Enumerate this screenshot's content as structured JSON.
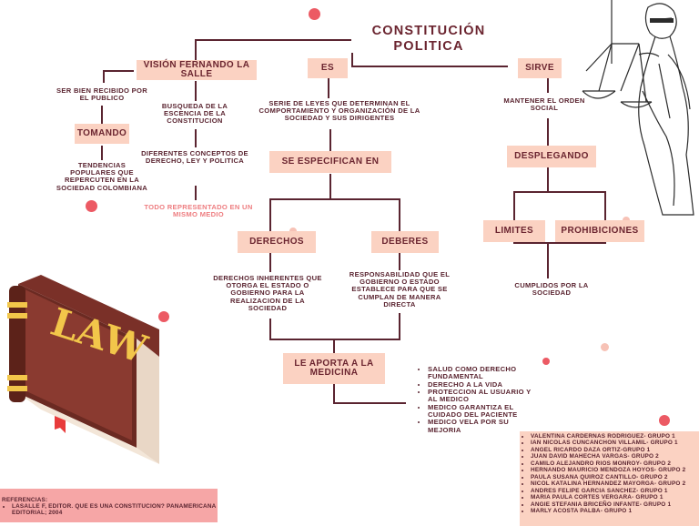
{
  "title": [
    "CONSTITUCIÓN",
    "POLITICA"
  ],
  "nodes": {
    "vision": "VISIÓN FERNANDO LA SALLE",
    "es": "ES",
    "sirve": "SIRVE",
    "tomando": "TOMANDO",
    "se_especifican": "SE ESPECIFICAN EN",
    "desplegando": "DESPLEGANDO",
    "derechos": "DERECHOS",
    "deberes": "DEBERES",
    "limites": "LIMITES",
    "prohibiciones": "PROHIBICIONES",
    "aporta": "LE APORTA A LA MEDICINA"
  },
  "texts": {
    "ser_bien_recibido": "SER BIEN RECIBIDO POR EL PUBLICO",
    "busqueda": "BUSQUEDA DE LA ESCENCIA DE LA CONSTITUCION",
    "tendencias": "TENDENCIAS POPULARES QUE REPERCUTEN EN LA SOCIEDAD COLOMBIANA",
    "diferentes": "DIFERENTES CONCEPTOS DE DERECHO, LEY Y POLITICA",
    "todo": "TODO REPRESENTADO EN UN MISMO MEDIO",
    "serie": "SERIE DE LEYES QUE DETERMINAN EL COMPORTAMIENTO Y ORGANIZACIÓN DE LA SOCIEDAD Y SUS DIRIGENTES",
    "mantener": "MANTENER EL ORDEN SOCIAL",
    "derechos_desc": "DERECHOS INHERENTES QUE OTORGA EL ESTADO O GOBIERNO PARA LA REALIZACION DE LA SOCIEDAD",
    "deberes_desc": "RESPONSABILIDAD QUE EL GOBIERNO O ESTADO ESTABLECE PARA QUE SE CUMPLAN DE MANERA DIRECTA",
    "cumplidos": "CUMPLIDOS POR LA SOCIEDAD"
  },
  "bullets": [
    "SALUD COMO DERECHO FUNDAMENTAL",
    "DERECHO A LA VIDA",
    "PROTECCION AL USUARIO Y AL MEDICO",
    "MEDICO GARANTIZA EL CUIDADO DEL PACIENTE",
    "MEDICO VELA POR SU MEJORIA"
  ],
  "members": [
    "VALENTINA CARDERNAS RODRIGUEZ- GRUPO 1",
    "IAN NICOLAS CUNCANCHON VILLAMIL- GRUPO 1",
    "ANGEL RICARDO DAZA ORTIZ-GRUPO 1",
    "JUAN DAVID MAHECHA VARGAS- GRUPO 2",
    "CAMILO ALEJANDRO RIOS MONROY- GRUPO 2",
    "HERNANDO MAURICIO MENDOZA HOYOS- GRUPO 2",
    "PAULA SUSANA QUIROZ CANTILLO- GRUPO 2",
    "NICOL KATALINA HERNANDEZ MAYORGA- GRUPO 2",
    "ANDRES FELIPE GARCIA SANCHEZ- GRUPO 1",
    "MARIA PAULA CORTES VERGARA- GRUPO 1",
    "ANGIE STEFANIA BRICEÑO INFANTE- GRUPO 1",
    "MARLY ACOSTA PALBA- GRUPO 1"
  ],
  "references": {
    "heading": "REFERENCIAS:",
    "items": [
      "LASALLE F, EDITOR. QUE ES UNA CONSTITUCION? PANAMERICANA EDITORIAL; 2004"
    ]
  },
  "book_label": "LAW",
  "colors": {
    "box": "#fbd2c2",
    "line": "#5a2430",
    "accent": "#ee7d80",
    "book": "#8a3a30",
    "gold": "#f2c64a"
  }
}
